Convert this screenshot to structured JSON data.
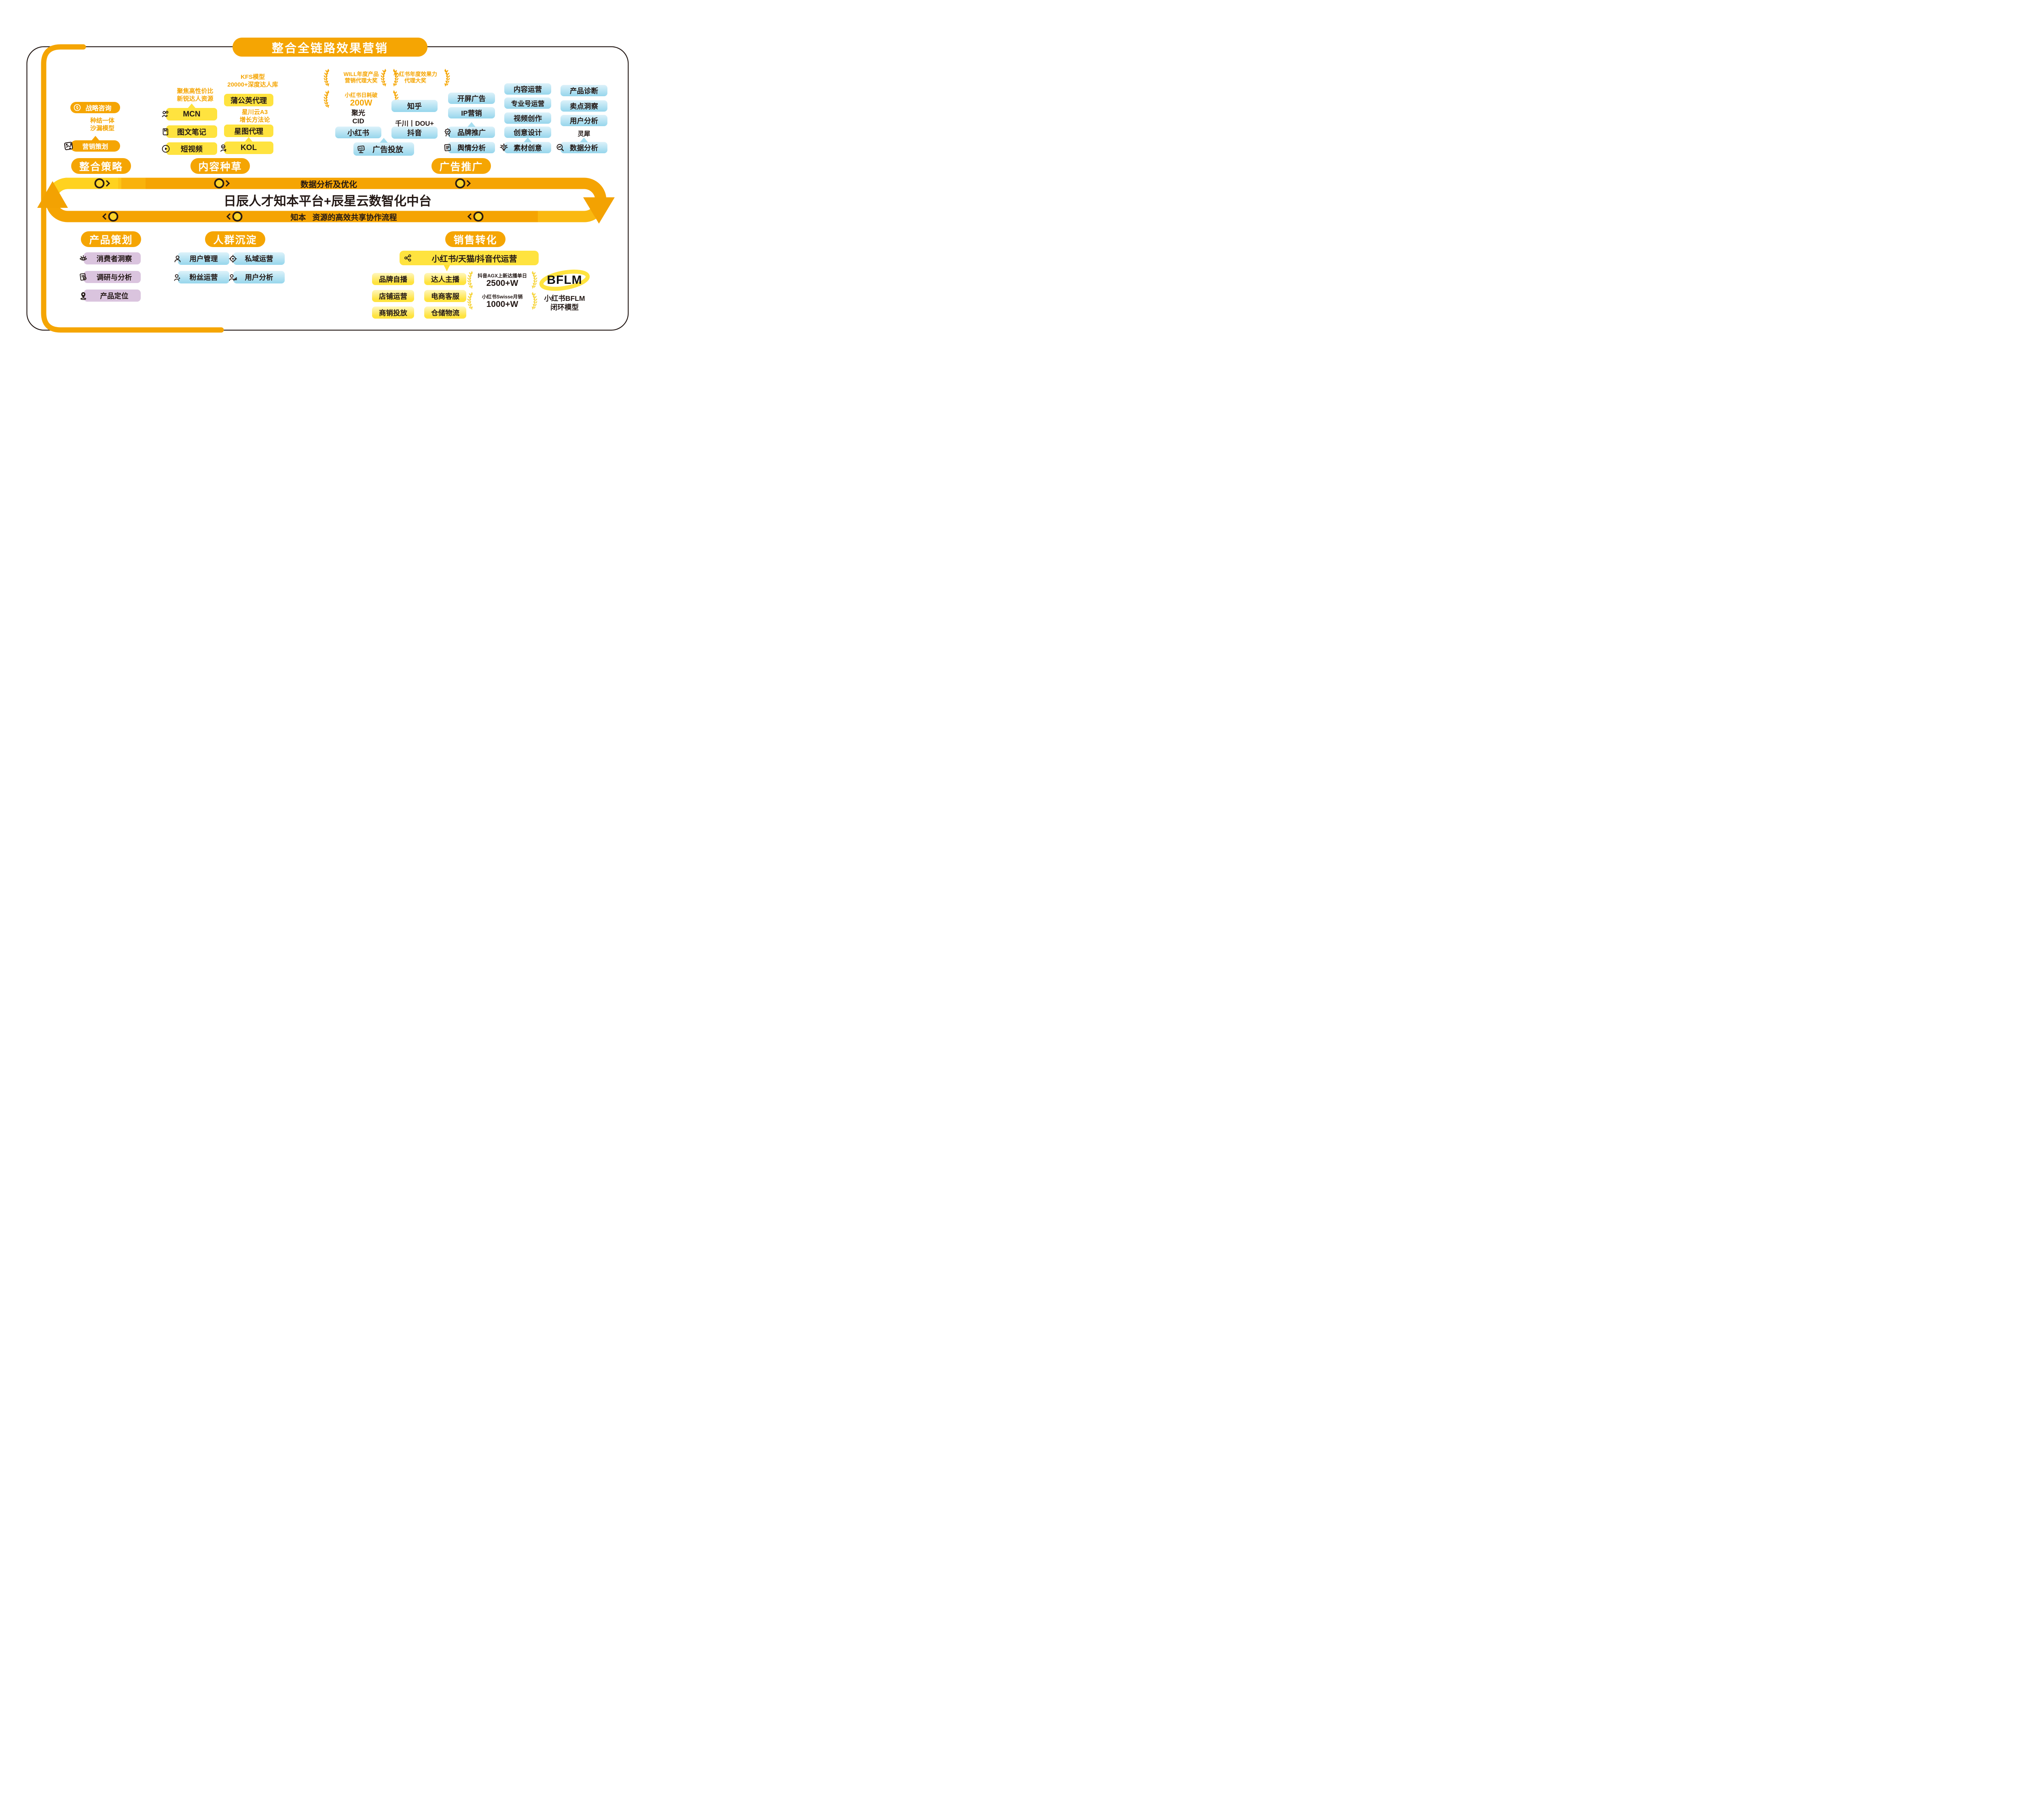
{
  "title": "整合全链路效果营销",
  "palette": {
    "orange": "#F5A503",
    "yellow": "#FFE33F",
    "blue_light": "#DCF2FA",
    "blue": "#96D6EC",
    "lavender": "#DAC4DE",
    "laurel_gold": "#F6D43C",
    "ink": "#231815"
  },
  "loop": {
    "top_text": "数据分析及优化",
    "center_text": "日辰人才知本平台+辰星云数智化中台",
    "bottom_text_a": "知本",
    "bottom_text_b": "资源的高效共享协作流程"
  },
  "integration": {
    "heading": "整合策略",
    "pill1": "战略咨询",
    "pill2": "营销策划",
    "note1": "种结一体",
    "note2": "沙漏模型"
  },
  "seeding": {
    "heading": "内容种草",
    "callout_left1": "聚焦高性价比",
    "callout_left2": "新锐达人资源",
    "pill_mcn": "MCN",
    "pill_notes": "图文笔记",
    "pill_video": "短视频",
    "callout_kfs1": "KFS模型",
    "callout_kfs2": "20000+深度达人库",
    "pill_pgy": "蒲公英代理",
    "callout_a31": "星川云A3",
    "callout_a32": "增长方法论",
    "pill_xt": "星图代理",
    "pill_kol": "KOL"
  },
  "awards_top": {
    "a1l1": "WILL年度产品",
    "a1l2": "营销代理大奖",
    "a2l1": "小红书年度效果力",
    "a2l2": "代理大奖",
    "a3l1": "小红书日耗破",
    "a3l2": "200W"
  },
  "platforms": {
    "group1_label1": "聚光",
    "group1_label2": "CID",
    "pill_xhs": "小红书",
    "pill_zhihu": "知乎",
    "group2_label": "千川丨DOU+",
    "pill_douyin": "抖音",
    "pill_ad": "广告投放"
  },
  "promotion": {
    "heading": "广告推广",
    "col1": [
      "开屏广告",
      "IP营销",
      "品牌推广",
      "舆情分析"
    ],
    "col2": [
      "内容运营",
      "专业号运营",
      "视频创作",
      "创意设计",
      "素材创意"
    ],
    "col3": [
      "产品诊断",
      "卖点洞察",
      "用户分析"
    ],
    "lingxi": "灵犀",
    "data_analysis": "数据分析"
  },
  "product": {
    "heading": "产品策划",
    "items": [
      "消费者洞察",
      "调研与分析",
      "产品定位"
    ]
  },
  "audience": {
    "heading": "人群沉淀",
    "items": [
      "用户管理",
      "私域运营",
      "粉丝运营",
      "用户分析"
    ]
  },
  "sales": {
    "heading": "销售转化",
    "banner": "小红书/天猫/抖音代运营",
    "pills": [
      "品牌自播",
      "达人主播",
      "店铺运营",
      "电商客服",
      "商销投放",
      "仓储物流"
    ],
    "laurel1l1": "抖音AGX上新达播单日",
    "laurel1l2": "2500+W",
    "laurel2l1": "小红书Swisse月销",
    "laurel2l2": "1000+W",
    "bflm_logo": "BFLM",
    "bflm_cap1": "小红书BFLM",
    "bflm_cap2": "闭环模型"
  }
}
